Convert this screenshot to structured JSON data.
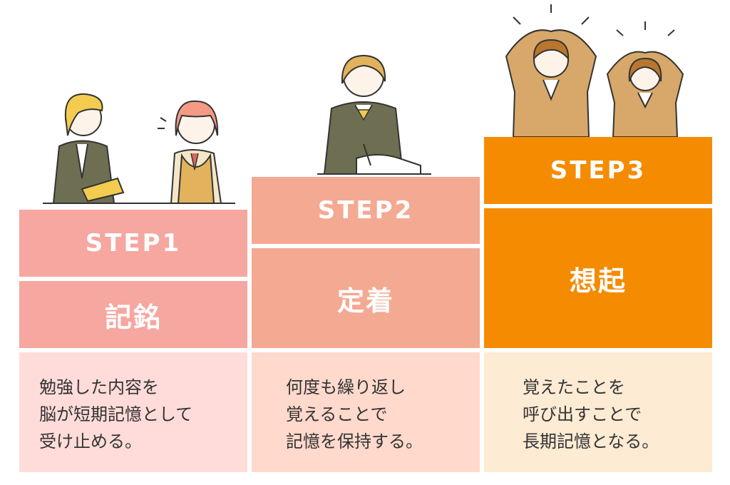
{
  "colors": {
    "step1_header": "#f6a7a0",
    "step1_body": "#ffdcd9",
    "step2_header": "#f4a993",
    "step2_body": "#ffd9cc",
    "step3_header": "#f58b00",
    "step3_body": "#fdebd4"
  },
  "steps": [
    {
      "step_label": "STEP1",
      "stage_label": "記銘",
      "description_lines": [
        "勉強した内容を",
        "脳が短期記憶として",
        "受け止める。"
      ]
    },
    {
      "step_label": "STEP2",
      "stage_label": "定着",
      "description_lines": [
        "何度も繰り返し",
        "覚えることで",
        "記憶を保持する。"
      ]
    },
    {
      "step_label": "STEP3",
      "stage_label": "想起",
      "description_lines": [
        "覚えたことを",
        "呼び出すことで",
        "長期記憶となる。"
      ]
    }
  ],
  "illustrations": {
    "step1": "teacher-and-student-talking-illustration",
    "step2": "student-writing-at-desk-illustration",
    "step3": "two-students-making-circle-pose-illustration"
  }
}
